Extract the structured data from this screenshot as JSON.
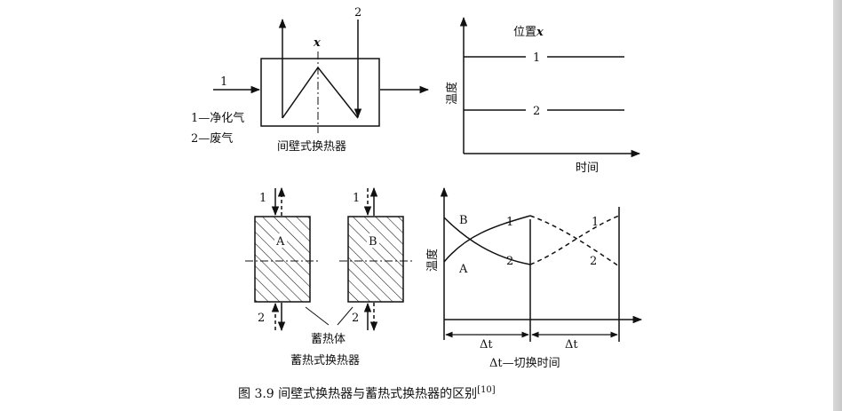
{
  "recuperative": {
    "inlet_label": "1",
    "top_label": "2",
    "section_label": "x",
    "legend_line1": "1—净化气",
    "legend_line2": "2—废气",
    "title": "间壁式换热器"
  },
  "recuperative_chart": {
    "position_label": "位置",
    "position_symbol": "x",
    "y_label": "温度",
    "x_label": "时间",
    "line1_label": "1",
    "line2_label": "2"
  },
  "regenerative": {
    "bed_a_label": "A",
    "bed_b_label": "B",
    "left_top_label": "1",
    "left_bottom_label": "2",
    "right_top_label": "1",
    "right_bottom_label": "2",
    "pointer_label": "蓄热体",
    "title": "蓄热式换热器"
  },
  "regenerative_chart": {
    "y_label": "温度",
    "curve_b_label": "B",
    "curve_a_label": "A",
    "curve1_label": "1",
    "curve2_label": "2",
    "curve1_dashed_label": "1",
    "curve2_dashed_label": "2",
    "interval1_label": "Δt",
    "interval2_label": "Δt",
    "footnote": "Δt—切换时间"
  },
  "caption": {
    "text": "图 3.9   间壁式换热器与蓄热式换热器的区别",
    "ref": "[10]"
  }
}
